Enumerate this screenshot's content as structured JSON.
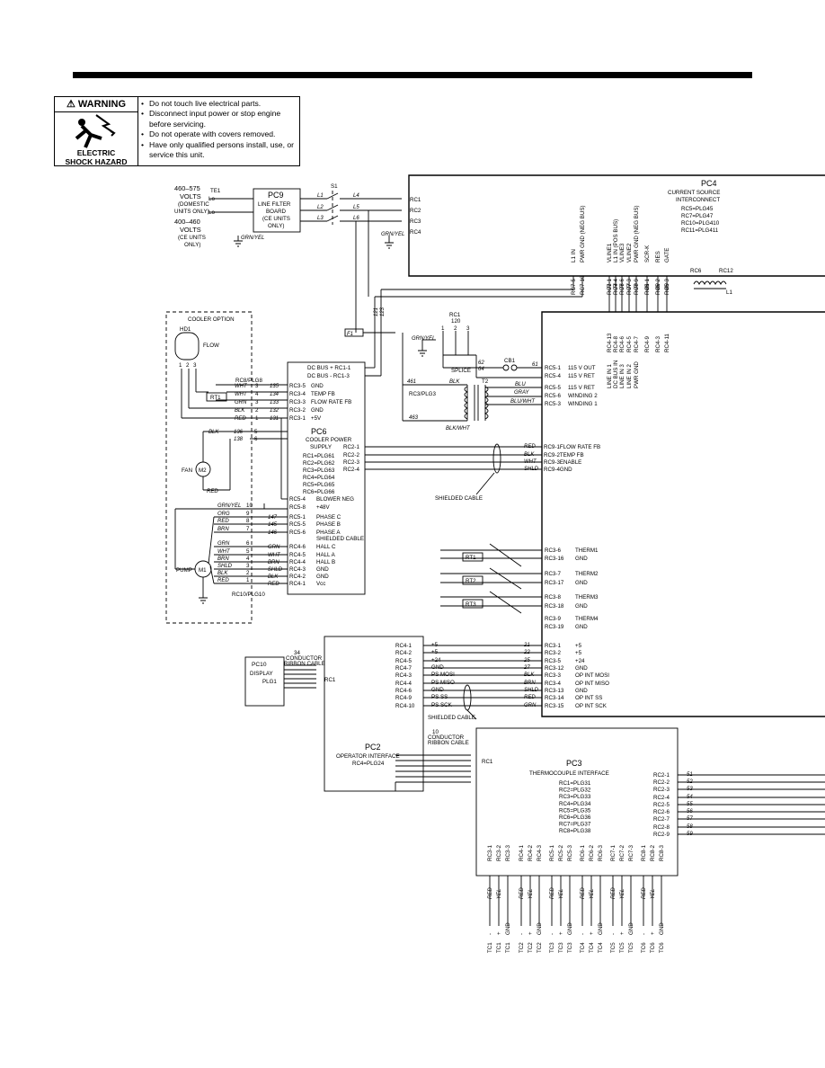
{
  "warning": {
    "title": "WARNING",
    "label_line1": "ELECTRIC",
    "label_line2": "SHOCK HAZARD",
    "items": [
      "Do not touch live electrical parts.",
      "Disconnect input power or stop engine before servicing.",
      "Do not operate with covers removed.",
      "Have only qualified persons install, use, or service this unit."
    ]
  },
  "input": {
    "v1": "460–575",
    "v1u": "VOLTS",
    "v1n1": "(DOMESTIC",
    "v1n2": "UNITS ONLY)",
    "v2": "400–460",
    "v2u": "VOLTS",
    "v2n1": "(CE UNITS",
    "v2n2": "ONLY)",
    "te": "TE1",
    "lo": "Lo",
    "gnd": "GRN/YEL"
  },
  "pc9": {
    "t": "PC9",
    "l1": "LINE FILTER",
    "l2": "BOARD",
    "l3": "(CE UNITS",
    "l4": "ONLY)"
  },
  "s1": {
    "name": "S1",
    "lines": [
      "L1",
      "L2",
      "L3",
      "L4",
      "L5",
      "L6"
    ]
  },
  "pc4": {
    "t": "PC4",
    "l1": "CURRENT SOURCE",
    "l2": "INTERCONNECT",
    "plugs": [
      "RC5=PLG45",
      "RC7=PLG47",
      "RC10=PLG410",
      "RC11=PLG411"
    ],
    "in": [
      "RC1",
      "RC2",
      "RC3",
      "RC4"
    ],
    "gnd": "GRN/YEL",
    "top": [
      {
        "sig": "L1 IN",
        "pin": "RC7-5"
      },
      {
        "sig": "PWR GND (NEG BUS)",
        "pin": "RC7-10"
      },
      {
        "sig": "VLINE1",
        "pin": "RC7-1"
      },
      {
        "sig": "L1 IN (POS BUS)",
        "pin": "RC7-4"
      },
      {
        "sig": "VLINE3",
        "pin": "RC7-6"
      },
      {
        "sig": "VLINE2",
        "pin": "RC7-3"
      },
      {
        "sig": "PWR GND (NEG BUS)",
        "pin": "RC7-9"
      },
      {
        "sig": "SCR-K",
        "pin": "RC5-1"
      },
      {
        "sig": "RES",
        "pin": "RC5-2"
      },
      {
        "sig": "GATE",
        "pin": "RC5-3"
      }
    ],
    "wires": [
      "71",
      "74",
      "76",
      "77",
      "78",
      "81",
      "82",
      "83"
    ],
    "rc6": "RC6",
    "rc12": "RC12",
    "l": "L1",
    "low_pins": [
      "RC4-13",
      "RC4-8",
      "RC4-6",
      "RC4-5",
      "RC4-7",
      "RC4-9",
      "RC4-3",
      "RC4-11"
    ],
    "low_sigs": [
      "LINE IN 1",
      "DC BUS IN",
      "LINE IN 3",
      "LINE IN 2",
      "PWR GND"
    ]
  },
  "f1": "F1",
  "w121": "121",
  "w123": "123",
  "rc1": {
    "t": "RC1",
    "n": "120",
    "pins": [
      "1",
      "2",
      "3"
    ]
  },
  "gnd2": "GRN/YEL",
  "pc6": {
    "t": "PC6",
    "l1": "COOLER POWER",
    "l2": "SUPPLY",
    "plugs": [
      "RC1=PLG61",
      "RC2=PLG62",
      "RC3=PLG63",
      "RC4=PLG64",
      "RC5=PLG65",
      "RC6=PLG66"
    ],
    "dcbus": [
      "DC BUS + RC1-1",
      "DC BUS - RC1-3"
    ],
    "left": [
      {
        "w": "135",
        "pin": "RC3-5",
        "sig": "GND"
      },
      {
        "w": "134",
        "pin": "RC3-4",
        "sig": "TEMP FB"
      },
      {
        "w": "133",
        "pin": "RC3-3",
        "sig": "FLOW RATE FB"
      },
      {
        "w": "132",
        "pin": "RC3-2",
        "sig": "GND"
      },
      {
        "w": "131",
        "pin": "RC3-1",
        "sig": "+5V"
      }
    ],
    "out": [
      "RC2-1",
      "RC2-2",
      "RC2-3",
      "RC2-4"
    ],
    "lower": [
      {
        "w": "",
        "pin": "RC5-4",
        "sig": "BLOWER NEG"
      },
      {
        "w": "",
        "pin": "RC5-8",
        "sig": "+48V"
      },
      {
        "w": "147",
        "pin": "RC5-1",
        "sig": "PHASE C"
      },
      {
        "w": "145",
        "pin": "RC5-5",
        "sig": "PHASE B"
      },
      {
        "w": "146",
        "pin": "RC5-6",
        "sig": "PHASE A"
      },
      {
        "w": "",
        "pin": "",
        "sig": "SHIELDED CABLE"
      },
      {
        "w": "GRN",
        "pin": "RC4-6",
        "sig": "HALL C"
      },
      {
        "w": "WHT",
        "pin": "RC4-5",
        "sig": "HALL A"
      },
      {
        "w": "BRN",
        "pin": "RC4-4",
        "sig": "HALL B"
      },
      {
        "w": "SHLD",
        "pin": "RC4-3",
        "sig": "GND"
      },
      {
        "w": "BLK",
        "pin": "RC4-2",
        "sig": "GND"
      },
      {
        "w": "RED",
        "pin": "RC4-1",
        "sig": "Vcc"
      }
    ]
  },
  "cooler": {
    "title": "COOLER OPTION",
    "hd": "HD1",
    "flow": "FLOW",
    "hd_pins": [
      "1",
      "2",
      "3"
    ],
    "plg8": "RC8/PLG8",
    "plg8_colors": [
      "WHT",
      "WHT",
      "GRN",
      "BLK",
      "RED"
    ],
    "plg8_pins": [
      "3",
      "4",
      "3",
      "2",
      "1"
    ],
    "rt": "RT1",
    "fan": "FAN",
    "m2": "M2",
    "fan_colors": [
      "BLK",
      "RED"
    ],
    "fan_w": [
      "136",
      "138"
    ],
    "fan_p": [
      "5",
      "6"
    ],
    "pump": "PUMP",
    "m1": "M1",
    "plg10": "RC10/PLG10",
    "pump_colors": [
      "GRN/YEL",
      "ORG",
      "RED",
      "BRN",
      "GRN",
      "WHT",
      "BRN",
      "SHLD",
      "BLK",
      "RED"
    ],
    "pump_pins": [
      "10",
      "9",
      "8",
      "7",
      "6",
      "5",
      "4",
      "3",
      "2",
      "1"
    ]
  },
  "xfmr": {
    "rc": "RC3/PLG3",
    "t": "T2",
    "splice": "SPLICE",
    "cb": "CB1",
    "w461": "461",
    "w463": "463",
    "w62": "62",
    "w64": "64",
    "w61": "61",
    "c1": "BLK",
    "c2": "BLK/WHT",
    "c3": "BLU",
    "c4": "GRAY",
    "c5": "BLU/WHT",
    "right": [
      {
        "pin": "RC5-1",
        "sig": "115 V OUT"
      },
      {
        "pin": "RC5-4",
        "sig": "115 V RET"
      },
      {
        "pin": "RC5-5",
        "sig": "115 V RET"
      },
      {
        "pin": "RC5-6",
        "sig": "WINDING 2"
      },
      {
        "pin": "RC5-3",
        "sig": "WINDING 1"
      }
    ]
  },
  "pc6out": {
    "colors": [
      "RED",
      "BLK",
      "WHT",
      "SHLD"
    ],
    "rc9": [
      "RC9-1FLOW RATE FB",
      "RC9-2TEMP FB",
      "RC9-3ENABLE",
      "RC9-4GND"
    ],
    "shield": "SHIELDED CABLE"
  },
  "therm": {
    "rt": [
      "RT1",
      "RT2",
      "RT3"
    ],
    "rows": [
      {
        "pin": "RC3-6",
        "sig": "THERM1"
      },
      {
        "pin": "RC3-16",
        "sig": "GND"
      },
      {
        "pin": "RC3-7",
        "sig": "THERM2"
      },
      {
        "pin": "RC3-17",
        "sig": "GND"
      },
      {
        "pin": "RC3-8",
        "sig": "THERM3"
      },
      {
        "pin": "RC3-18",
        "sig": "GND"
      },
      {
        "pin": "RC3-9",
        "sig": "THERM4"
      },
      {
        "pin": "RC3-19",
        "sig": "GND"
      }
    ]
  },
  "pc10": {
    "t": "PC10",
    "l1": "DISPLAY",
    "l2": "PLG1",
    "ribbon1": "34",
    "ribbon2": "CONDUCTOR",
    "ribbon3": "RIBBON CABLE",
    "rc1": "RC1"
  },
  "pc2": {
    "t": "PC2",
    "l1": "OPERATOR INTERFACE",
    "l2": "RC4=PLG24",
    "left": [
      "RC4-1",
      "RC4-2",
      "RC4-5",
      "RC4-7",
      "RC4-3",
      "RC4-4",
      "RC4-6",
      "RC4-9",
      "RC4-10"
    ],
    "sig": [
      "+5",
      "+5",
      "+24",
      "GND",
      "PS MOSI",
      "PS MISO",
      "GND",
      "PS SS",
      "PS SCK"
    ],
    "wire": [
      "21",
      "22",
      "25",
      "27",
      "BLK",
      "BRN",
      "SHLD",
      "RED",
      "GRN"
    ],
    "right": [
      {
        "pin": "RC3-1",
        "sig": "+5"
      },
      {
        "pin": "RC3-2",
        "sig": "+5"
      },
      {
        "pin": "RC3-5",
        "sig": "+24"
      },
      {
        "pin": "RC3-12",
        "sig": "GND"
      },
      {
        "pin": "RC3-3",
        "sig": "OP INT MOSI"
      },
      {
        "pin": "RC3-4",
        "sig": "OP INT MISO"
      },
      {
        "pin": "RC3-13",
        "sig": "GND"
      },
      {
        "pin": "RC3-14",
        "sig": "OP INT SS"
      },
      {
        "pin": "RC3-15",
        "sig": "OP INT SCK"
      }
    ],
    "shield": "SHIELDED CABLE",
    "ribbon1": "10",
    "ribbon2": "CONDUCTOR",
    "ribbon3": "RIBBON CABLE",
    "rc1": "RC1"
  },
  "pc3": {
    "t": "PC3",
    "l1": "THERMOCOUPLE INTERFACE",
    "plugs": [
      "RC1=PLG31",
      "RC2=PLG32",
      "RC3=PLG33",
      "RC4=PLG34",
      "RC5=PLG35",
      "RC6=PLG36",
      "RC7=PLG37",
      "RC8=PLG38"
    ],
    "rc1": "RC1",
    "right_pins": [
      "RC2-1",
      "RC2-2",
      "RC2-3",
      "RC2-4",
      "RC2-5",
      "RC2-6",
      "RC2-7",
      "RC2-8",
      "RC2-9"
    ],
    "right_w": [
      "51",
      "52",
      "53",
      "54",
      "55",
      "56",
      "57",
      "58",
      "59"
    ],
    "groups": [
      {
        "pins": [
          "RC3-1",
          "RC3-2",
          "RC3-3"
        ],
        "tc": [
          "TC1",
          "TC1",
          "TC1"
        ],
        "c": [
          "RED",
          "YEL"
        ]
      },
      {
        "pins": [
          "RC4-1",
          "RC4-2",
          "RC4-3"
        ],
        "tc": [
          "TC2",
          "TC2",
          "TC2"
        ],
        "c": [
          "RED",
          "YEL"
        ]
      },
      {
        "pins": [
          "RC5-1",
          "RC5-2",
          "RC5-3"
        ],
        "tc": [
          "TC3",
          "TC3",
          "TC3"
        ],
        "c": [
          "RED",
          "YEL"
        ]
      },
      {
        "pins": [
          "RC6-1",
          "RC6-2",
          "RC6-3"
        ],
        "tc": [
          "TC4",
          "TC4",
          "TC4"
        ],
        "c": [
          "RED",
          "YEL"
        ]
      },
      {
        "pins": [
          "RC7-1",
          "RC7-2",
          "RC7-3"
        ],
        "tc": [
          "TC5",
          "TC5",
          "TC5"
        ],
        "c": [
          "RED",
          "YEL"
        ]
      },
      {
        "pins": [
          "RC8-1",
          "RC8-2",
          "RC8-3"
        ],
        "tc": [
          "TC6",
          "TC6",
          "TC6"
        ],
        "c": [
          "RED",
          "YEL"
        ]
      }
    ],
    "tc_sig": [
      "-",
      "+",
      "GND"
    ]
  }
}
